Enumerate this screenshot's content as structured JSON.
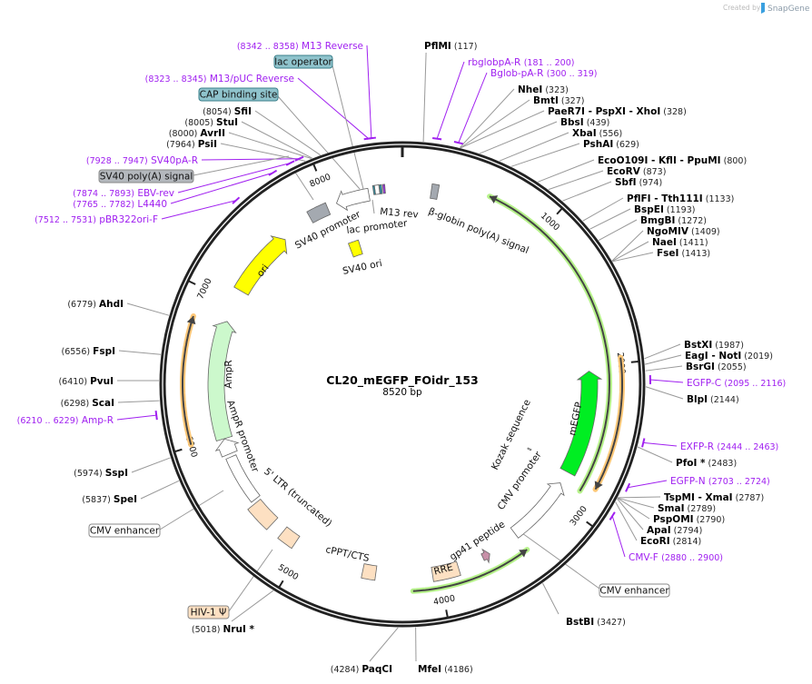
{
  "watermark": {
    "prefix": "Created by",
    "brand": "SnapGene"
  },
  "plasmid": {
    "name": "CL20_mEGFP_FOidr_153",
    "length_label": "8520 bp",
    "length_bp": 8520
  },
  "ticks": [
    "1000",
    "2000",
    "3000",
    "4000",
    "5000",
    "6000",
    "7000",
    "8000"
  ],
  "enzymes": [
    {
      "name": "PflMI",
      "site": 117
    },
    {
      "name": "NheI",
      "site": 323
    },
    {
      "name": "BmtI",
      "site": 327
    },
    {
      "name": "PaeR7I  - PspXI  - XhoI",
      "site": 328
    },
    {
      "name": "BbsI",
      "site": 439
    },
    {
      "name": "XbaI",
      "site": 556
    },
    {
      "name": "PshAI",
      "site": 629
    },
    {
      "name": "EcoO109I  - KflI  - PpuMI",
      "site": 800
    },
    {
      "name": "EcoRV",
      "site": 873
    },
    {
      "name": "SbfI",
      "site": 974
    },
    {
      "name": "PflFI  - Tth111I",
      "site": 1133
    },
    {
      "name": "BspEI",
      "site": 1193
    },
    {
      "name": "BmgBI",
      "site": 1272
    },
    {
      "name": "NgoMIV",
      "site": 1409
    },
    {
      "name": "NaeI",
      "site": 1411
    },
    {
      "name": "FseI",
      "site": 1413
    },
    {
      "name": "BstXI",
      "site": 1987
    },
    {
      "name": "EagI  - NotI",
      "site": 2019
    },
    {
      "name": "BsrGI",
      "site": 2055
    },
    {
      "name": "BlpI",
      "site": 2144
    },
    {
      "name": "PfoI *",
      "site": 2483
    },
    {
      "name": "TspMI  - XmaI",
      "site": 2787
    },
    {
      "name": "SmaI",
      "site": 2789
    },
    {
      "name": "PspOMI",
      "site": 2790
    },
    {
      "name": "ApaI",
      "site": 2794
    },
    {
      "name": "EcoRI",
      "site": 2814
    },
    {
      "name": "BstBI",
      "site": 3427
    },
    {
      "name": "MfeI",
      "site": 4186
    },
    {
      "name": "PaqCI",
      "site": 4284
    },
    {
      "name": "NruI *",
      "site": 5018
    },
    {
      "name": "SpeI",
      "site": 5837
    },
    {
      "name": "SspI",
      "site": 5974
    },
    {
      "name": "ScaI",
      "site": 6298
    },
    {
      "name": "PvuI",
      "site": 6410
    },
    {
      "name": "FspI",
      "site": 6556
    },
    {
      "name": "AhdI",
      "site": 6779
    },
    {
      "name": "PsiI",
      "site": 7964
    },
    {
      "name": "AvrII",
      "site": 8000
    },
    {
      "name": "StuI",
      "site": 8005
    },
    {
      "name": "SfiI",
      "site": 8054
    }
  ],
  "primers": [
    {
      "name": "M13 Reverse",
      "range": "(8342 .. 8358)",
      "site": 8350
    },
    {
      "name": "M13/pUC Reverse",
      "range": "(8323 .. 8345)",
      "site": 8334
    },
    {
      "name": "SV40pA-R",
      "range": "(7928 .. 7947)",
      "site": 7938
    },
    {
      "name": "EBV-rev",
      "range": "(7874 .. 7893)",
      "site": 7884
    },
    {
      "name": "L4440",
      "range": "(7765 .. 7782)",
      "site": 7774
    },
    {
      "name": "pBR322ori-F",
      "range": "(7512 .. 7531)",
      "site": 7522
    },
    {
      "name": "Amp-R",
      "range": "(6210 .. 6229)",
      "site": 6220
    },
    {
      "name": "rbglobpA-R",
      "range": "(181 .. 200)",
      "site": 190
    },
    {
      "name": "Bglob-pA-R",
      "range": "(300 .. 319)",
      "site": 310
    },
    {
      "name": "EGFP-C",
      "range": "(2095 .. 2116)",
      "site": 2105
    },
    {
      "name": "EXFP-R",
      "range": "(2444 .. 2463)",
      "site": 2453
    },
    {
      "name": "EGFP-N",
      "range": "(2703 .. 2724)",
      "site": 2713
    },
    {
      "name": "CMV-F",
      "range": "(2880 .. 2900)",
      "site": 2890
    }
  ],
  "boxed_labels": [
    {
      "text": "lac operator",
      "color": "#8fc3cc"
    },
    {
      "text": "CAP binding site",
      "color": "#8fc3cc"
    },
    {
      "text": "SV40 poly(A) signal",
      "color": "#b4b8bd"
    },
    {
      "text": "CMV enhancer",
      "color": "#ffffff"
    },
    {
      "text": "CMV enhancer",
      "color": "#ffffff"
    },
    {
      "text": "HIV-1 Ψ",
      "color": "#fde0c2"
    }
  ],
  "features": [
    {
      "name": "ori",
      "start": 7100,
      "end": 7597,
      "dir": "+",
      "color": "#ffff00"
    },
    {
      "name": "AmpR",
      "start": 5988,
      "end": 6856,
      "dir": "+",
      "color": "#ccf8cc"
    },
    {
      "name": "AmpR promoter",
      "start": 5870,
      "end": 5985,
      "dir": "+",
      "color": "#ffffff"
    },
    {
      "name": "",
      "start": 5490,
      "end": 5846,
      "dir": "none",
      "color": "#ffffff"
    },
    {
      "name": "5' LTR (truncated)",
      "start": 5278,
      "end": 5467,
      "dir": "none",
      "color": "#fde0c2"
    },
    {
      "name": "",
      "start": 5065,
      "end": 5183,
      "dir": "none",
      "color": "#fde0c2"
    },
    {
      "name": "cPPT/CTS",
      "start": 4449,
      "end": 4544,
      "dir": "none",
      "color": "#fde0c2"
    },
    {
      "name": "RRE",
      "start": 3858,
      "end": 4047,
      "dir": "none",
      "color": "#fde0c2"
    },
    {
      "name": "gp41 peptide",
      "start": 3615,
      "end": 3670,
      "dir": "-",
      "color": "#c890a8"
    },
    {
      "name": "CMV promoter",
      "start": 2887,
      "end": 3384,
      "dir": "-",
      "color": "#ffffff"
    },
    {
      "name": "mEGFP",
      "start": 2035,
      "end": 2793,
      "dir": "-",
      "color": "#00ee22"
    },
    {
      "name": "SV40 ori",
      "start": 8023,
      "end": 8118,
      "dir": "none",
      "color": "#ffff00"
    },
    {
      "name": "SV40 promoter",
      "start": 7834,
      "end": 7976,
      "dir": "none",
      "color": "#a4a9b0"
    },
    {
      "name": "",
      "start": 8047,
      "end": 8283,
      "dir": "-",
      "color": "#ffffff"
    },
    {
      "name": "lac promoter",
      "start": 8330,
      "end": 8360,
      "dir": "none",
      "color": "#ffffff"
    },
    {
      "name": "",
      "start": 8318,
      "end": 8330,
      "dir": "none",
      "color": "#2a8ca0"
    },
    {
      "name": "",
      "start": 8362,
      "end": 8378,
      "dir": "none",
      "color": "#2a8ca0"
    },
    {
      "name": "M13 rev",
      "start": 8386,
      "end": 8400,
      "dir": "none",
      "color": "#9b30e0"
    },
    {
      "name": "β-globin poly(A) signal",
      "start": 201,
      "end": 249,
      "dir": "none",
      "color": "#a4a9b0"
    },
    {
      "name": "Kozak sequence",
      "start": 2765,
      "end": 2775,
      "dir": "none",
      "color": "#ffffff"
    }
  ],
  "orfs": [
    {
      "start": 590,
      "end": 2864,
      "dir": "-",
      "color": "#b6f28a"
    },
    {
      "start": 3384,
      "end": 4190,
      "dir": "-",
      "color": "#b6f28a"
    },
    {
      "start": 1965,
      "end": 2806,
      "dir": "+",
      "color": "#ffc878"
    },
    {
      "start": 6012,
      "end": 6817,
      "dir": "+",
      "color": "#ffc878"
    }
  ]
}
